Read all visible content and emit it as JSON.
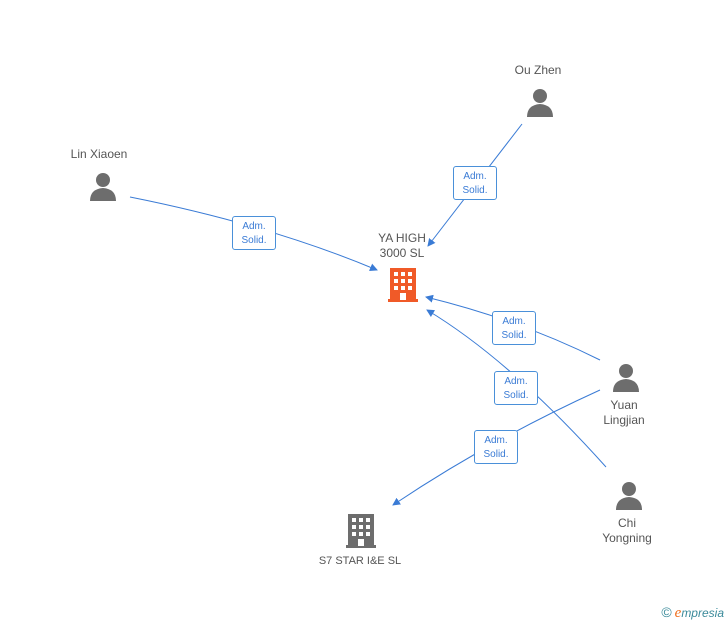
{
  "nodes": {
    "ou_zhen": "Ou Zhen",
    "lin_xiaoen": "Lin Xiaoen",
    "ya_high": "YA HIGH\n3000 SL",
    "yuan_lingjian": "Yuan\nLingjian",
    "chi_yongning": "Chi\nYongning",
    "s7_star": "S7 STAR I&E  SL"
  },
  "edge_label": {
    "line1": "Adm.",
    "line2": "Solid."
  },
  "brand": {
    "copyright": "©",
    "e": "e",
    "rest": "mpresia"
  },
  "colors": {
    "edge": "#3a7bd5",
    "person": "#6d6d6d",
    "company_main": "#f05a28",
    "company_other": "#6d6d6d"
  }
}
